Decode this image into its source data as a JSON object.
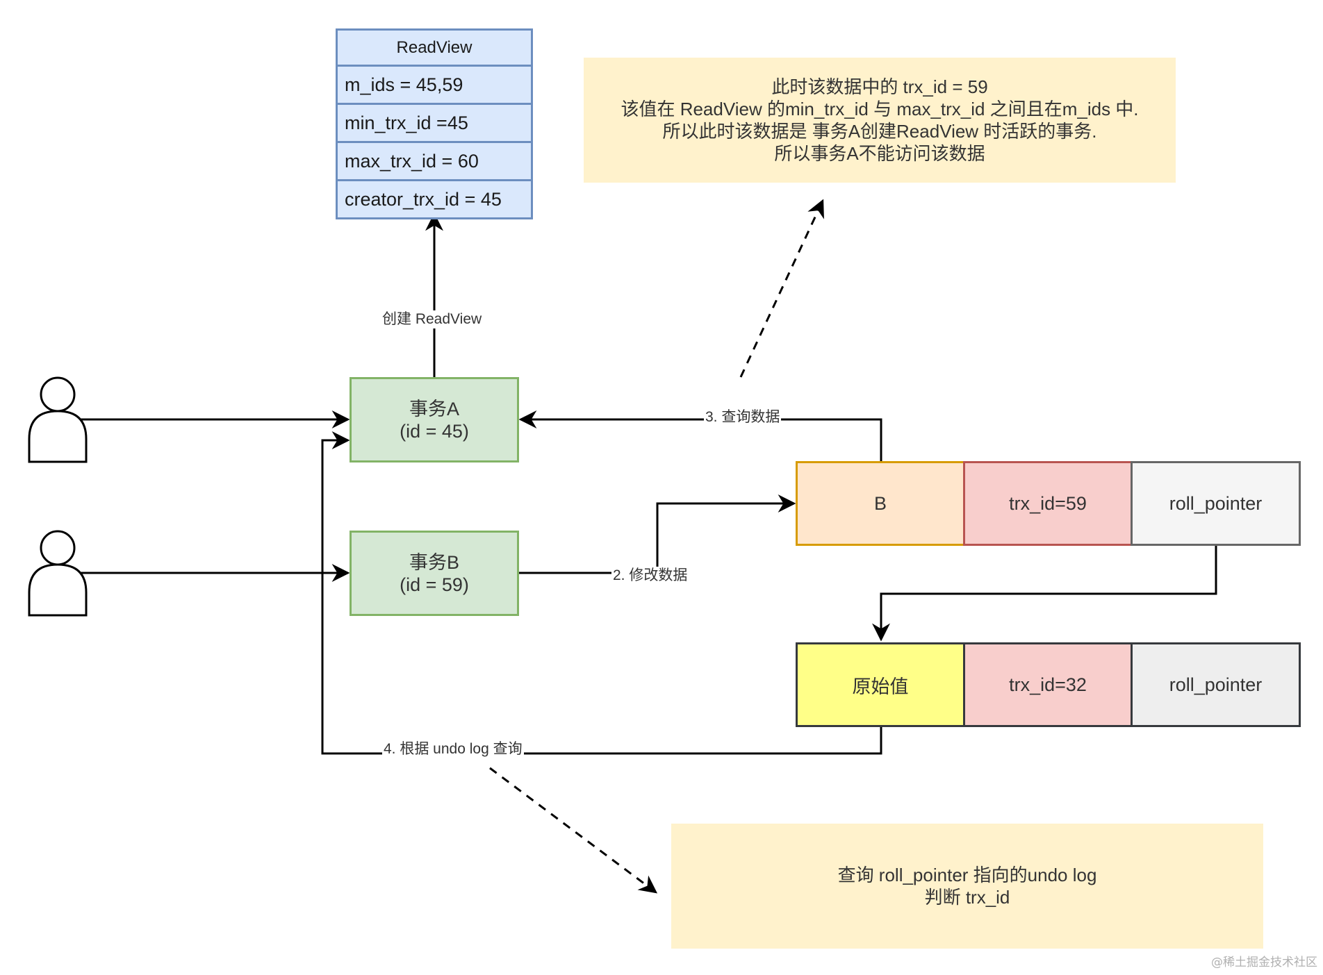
{
  "readview": {
    "title": "ReadView",
    "rows": [
      "m_ids = 45,59",
      "min_trx_id =45",
      "max_trx_id = 60",
      "creator_trx_id = 45"
    ]
  },
  "transactions": {
    "a": {
      "name": "事务A",
      "id": "(id = 45)"
    },
    "b": {
      "name": "事务B",
      "id": "(id = 59)"
    }
  },
  "record_current": {
    "value": "B",
    "trx": "trx_id=59",
    "pointer": "roll_pointer"
  },
  "record_undo": {
    "value": "原始值",
    "trx": "trx_id=32",
    "pointer": "roll_pointer"
  },
  "edge_labels": {
    "create_readview": "创建 ReadView",
    "modify": "2. 修改数据",
    "query": "3. 查询数据",
    "undo_query": "4. 根据 undo log 查询"
  },
  "notes": {
    "top": [
      "此时该数据中的 trx_id = 59",
      "该值在 ReadView 的min_trx_id 与 max_trx_id 之间且在m_ids 中.",
      "所以此时该数据是 事务A创建ReadView 时活跃的事务.",
      "所以事务A不能访问该数据"
    ],
    "bottom": [
      "查询 roll_pointer 指向的undo log",
      "判断 trx_id"
    ]
  },
  "watermark": "@稀土掘金技术社区",
  "colors": {
    "readview_fill": "#dae8fc",
    "readview_border": "#6c8ebf",
    "txn_fill": "#d5e8d4",
    "txn_border": "#82b366",
    "b_fill": "#ffe6cc",
    "b_border": "#d79b00",
    "trx_fill": "#f8cecc",
    "trx_border": "#b85450",
    "pointer_fill": "#f5f5f5",
    "pointer_border": "#666666",
    "original_fill": "#ffff88",
    "note_fill": "#fff2cc"
  }
}
